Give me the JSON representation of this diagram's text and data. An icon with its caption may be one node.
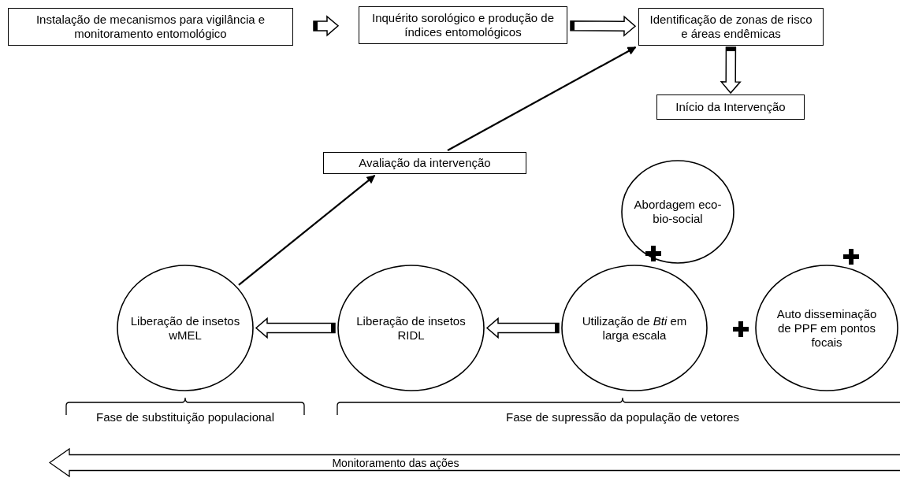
{
  "diagram": {
    "nodes": [
      {
        "text": [
          "Instalação de mecanismos para vigilância e monitoramento entomológico"
        ]
      },
      {
        "text": [
          "Inquérito sorológico e produção de índices entomológicos"
        ]
      },
      {
        "text": [
          "Identificação de zonas de risco e áreas endêmicas"
        ]
      },
      {
        "text": [
          "Início da Intervenção"
        ]
      },
      {
        "text": [
          "Avaliação da intervenção"
        ]
      },
      {
        "text": [
          "Abordagem eco-bio-social"
        ]
      },
      {
        "text": [
          "Liberação de insetos wMEL"
        ]
      },
      {
        "text": [
          "Liberação de insetos RIDL"
        ]
      },
      {
        "text": [
          "Utilização de *Bti* em larga escala"
        ]
      },
      {
        "text": [
          "Auto disseminação de PPF em pontos focais"
        ]
      },
      {
        "text": [
          "Monitoramento das ações"
        ]
      }
    ],
    "edges": [
      {
        "from": 0,
        "to": 1,
        "arrow": "to"
      },
      {
        "from": 1,
        "to": 2,
        "arrow": "to"
      },
      {
        "from": 2,
        "to": 3,
        "arrow": "to"
      },
      {
        "from": 8,
        "to": 7,
        "arrow": "to"
      },
      {
        "from": 7,
        "to": 6,
        "arrow": "to"
      },
      {
        "from": 6,
        "to": 4,
        "arrow": "to"
      },
      {
        "from": 4,
        "to": 2,
        "arrow": "to"
      }
    ],
    "labels": [
      "Fase de substituição populacional",
      "Fase de supressão da população de vetores"
    ]
  }
}
